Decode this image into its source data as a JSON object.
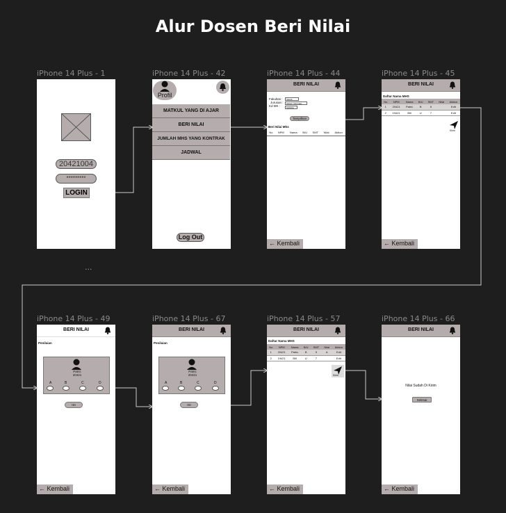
{
  "title": "Alur Dosen Beri Nilai",
  "frames": {
    "f1": "iPhone 14 Plus - 1",
    "f42": "iPhone 14 Plus - 42",
    "f44": "iPhone 14 Plus - 44",
    "f45": "iPhone 14 Plus - 45",
    "f49": "iPhone 14 Plus - 49",
    "f67": "iPhone 14 Plus - 67",
    "f57": "iPhone 14 Plus - 57",
    "f66": "iPhone 14 Plus - 66"
  },
  "login": {
    "username": "20421004",
    "password": "*********",
    "button": "LOGIN"
  },
  "ellipsis": "...",
  "menu": {
    "profile": "Profil",
    "items": [
      "MATKUL YANG DI AJAR",
      "BERI NILAI",
      "JUMLAH MHS YANG KONTRAK",
      "JADWAL"
    ],
    "logout": "Log Out"
  },
  "header_title": "BERI NILAI",
  "back_label": "Kembali",
  "icons": {
    "bell": "bell-icon",
    "back": "arrow-left-icon",
    "send": "send-icon",
    "user": "user-icon",
    "placeholder": "image-placeholder-icon"
  },
  "form": {
    "fakultas_label": "Fakultas :",
    "fakultas_value": "Teknik",
    "jurusan_label": "Jurusan :",
    "jurusan_value": "Sistem Informasi",
    "kdmk_label": "Kd MK :",
    "kdmk_value": "SI23411",
    "button": "Tampilkan",
    "section": "Beri Nilai Mhs",
    "columns": [
      "No",
      "NPM",
      "Nama",
      "B/U",
      "SMT",
      "Nilai",
      "Aktion"
    ]
  },
  "daftar": {
    "title": "Daftar Nama MHS",
    "columns": [
      "No",
      "NPM",
      "Nama",
      "B/U",
      "SMT",
      "Nilai",
      "Aktion"
    ],
    "rows45": [
      [
        "1",
        "20421",
        "Patric",
        "B",
        "5",
        "",
        "Edit"
      ],
      [
        "2",
        "19421",
        "Bill",
        "U",
        "7",
        "",
        "Edit"
      ]
    ],
    "rows57": [
      [
        "1",
        "20421",
        "Patric",
        "B",
        "5",
        "A",
        "Edit"
      ],
      [
        "2",
        "19421",
        "Bill",
        "U",
        "7",
        "",
        "Edit"
      ]
    ],
    "send_label": "Kirim",
    "send_label2": "Kirim"
  },
  "penilaian": {
    "title": "Penilaian",
    "name": "Patric",
    "npm": "20421",
    "options": [
      "A",
      "B",
      "C",
      "D"
    ],
    "button": "ISI"
  },
  "done": {
    "message": "Nilai Sudah Di Kirim",
    "button": "Selesai"
  },
  "colors": {
    "background": "#1e1e1e",
    "accent": "#b5adad",
    "frame": "#ffffff",
    "arrow": "#cccccc"
  }
}
